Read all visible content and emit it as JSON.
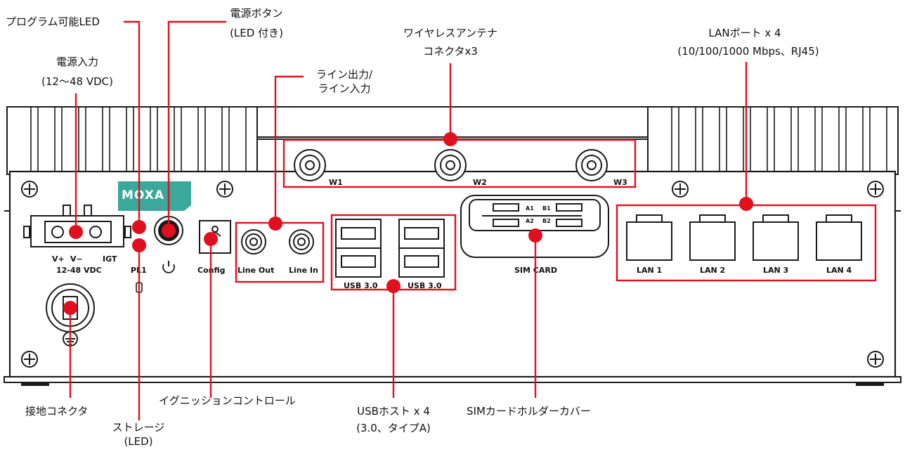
{
  "callouts": {
    "prog_led": "プログラム可能LED",
    "power_btn_1": "電源ボタン",
    "power_btn_2": "(LED 付き)",
    "power_in_1": "電源入力",
    "power_in_2": "(12〜48 VDC)",
    "antenna_1": "ワイヤレスアンテナ",
    "antenna_2": "コネクタx3",
    "line_1": "ライン出力/",
    "line_2": "ライン入力",
    "lan_1": "LANポート x 4",
    "lan_2": "(10/100/1000 Mbps、RJ45)",
    "ground": "接地コネクタ",
    "storage_1": "ストレージ",
    "storage_2": "(LED)",
    "ignition": "イグニッションコントロール",
    "usb_1": "USBホスト x 4",
    "usb_2": "(3.0、タイプA)",
    "sim": "SIMカードホルダーカバー"
  },
  "panel": {
    "logo": "MOXA",
    "power_terminal_labels": {
      "vplus": "V+",
      "vminus": "V−",
      "igt": "IGT"
    },
    "power_rating": "12-48 VDC",
    "led_label": "PL1",
    "config_label": "Config",
    "line_out": "Line Out",
    "line_in": "Line In",
    "usb_left": "USB 3.0",
    "usb_right": "USB 3.0",
    "antennas": [
      "W1",
      "W2",
      "W3"
    ],
    "sim_slots": {
      "a1": "A1",
      "b1": "B1",
      "a2": "A2",
      "b2": "B2"
    },
    "sim_card": "SIM CARD",
    "lan": [
      "LAN 1",
      "LAN 2",
      "LAN 3",
      "LAN 4"
    ]
  },
  "colors": {
    "accent": "#e0101e",
    "stroke": "#1a1a1a",
    "logo_bg": "#3aa89a"
  }
}
